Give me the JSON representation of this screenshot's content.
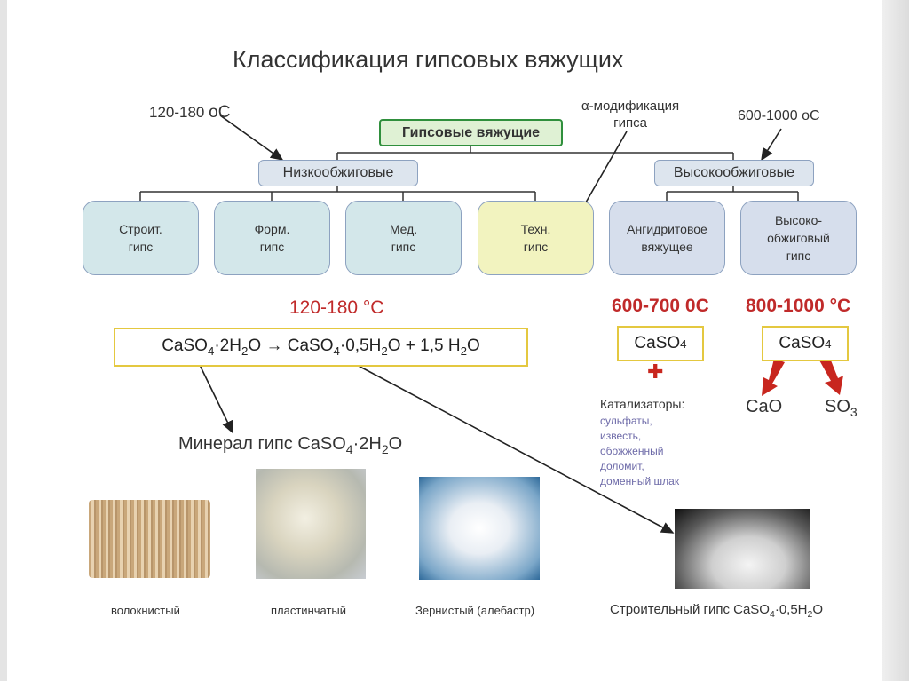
{
  "title": "Классификация гипсовых вяжущих",
  "annotations": {
    "temp_low_top": "120-180",
    "temp_low_top_unit": "оC",
    "alpha_mod": "α-модификация\nгипса",
    "temp_high_top": "600-1000",
    "temp_high_top_unit": "оC"
  },
  "tree": {
    "root": "Гипсовые вяжущие",
    "low": "Низкообжиговые",
    "high": "Высокообжиговые",
    "leaves": [
      "Строит.\nгипс",
      "Форм.\nгипс",
      "Мед.\nгипс",
      "Техн.\nгипс",
      "Ангидритовое\nвяжущее",
      "Высоко-\nобжиговый\nгипс"
    ]
  },
  "reactions": {
    "low_temp": "120-180 °С",
    "low_equation": "CaSO4·2H2O → CaSO4·0,5H2O + 1,5 H2O",
    "mid_temp": "600-700 0С",
    "high_temp": "800-1000 °С",
    "mid_formula": "CaSO4",
    "high_formula": "CaSO4",
    "plus": "✚",
    "product_1": "CaO",
    "product_2": "SO3"
  },
  "catalysts": {
    "title": "Катализаторы:",
    "items": [
      "сульфаты,",
      "известь,",
      "обожженный",
      "доломит,",
      "доменный шлак"
    ]
  },
  "mineral": "Минерал гипс CaSO4·2H2O",
  "captions": {
    "fibrous": "волокнистый",
    "lamellar": "пластинчатый",
    "granular": "Зернистый (алебастр)",
    "building": "Строительный гипс CaSO4·0,5H2O"
  },
  "colors": {
    "accent_red": "#c02a2a",
    "root_border": "#2f8f3c",
    "box_border": "#8da2c0",
    "formula_border": "#e4c840"
  }
}
